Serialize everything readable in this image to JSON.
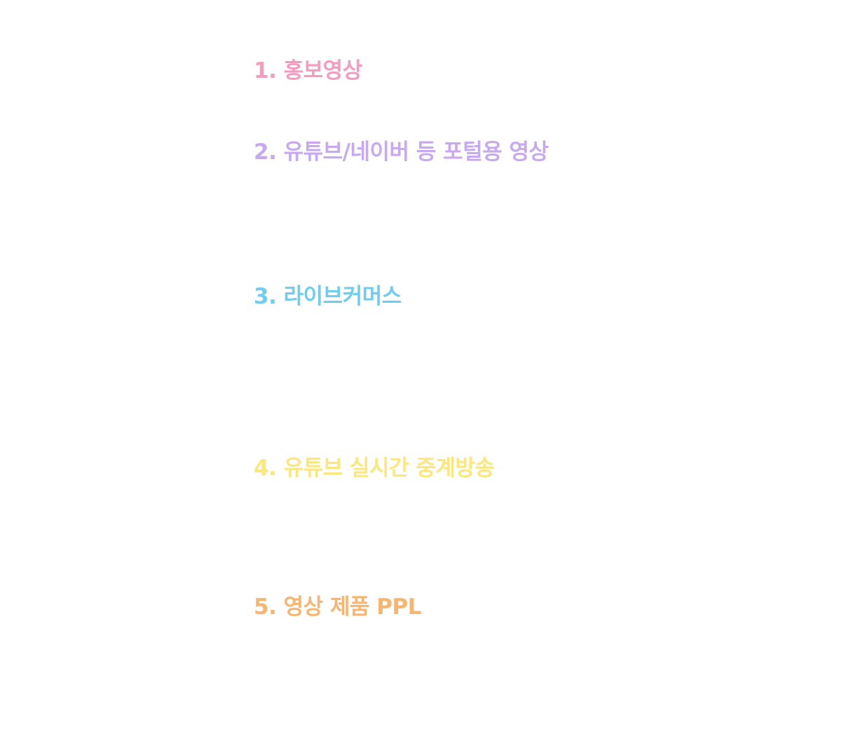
{
  "services": [
    {
      "label": "1. 홍보영상",
      "color": "#f59bbf"
    },
    {
      "label": "2. 유튜브/네이버 등 포털용 영상",
      "color": "#c8a8f0"
    },
    {
      "label": "3. 라이브커머스",
      "color": "#6fcdef"
    },
    {
      "label": "4. 유튜브 실시간 중계방송",
      "color": "#fbe77c"
    },
    {
      "label": "5. 영상 제품 PPL",
      "color": "#f6b66f"
    }
  ]
}
